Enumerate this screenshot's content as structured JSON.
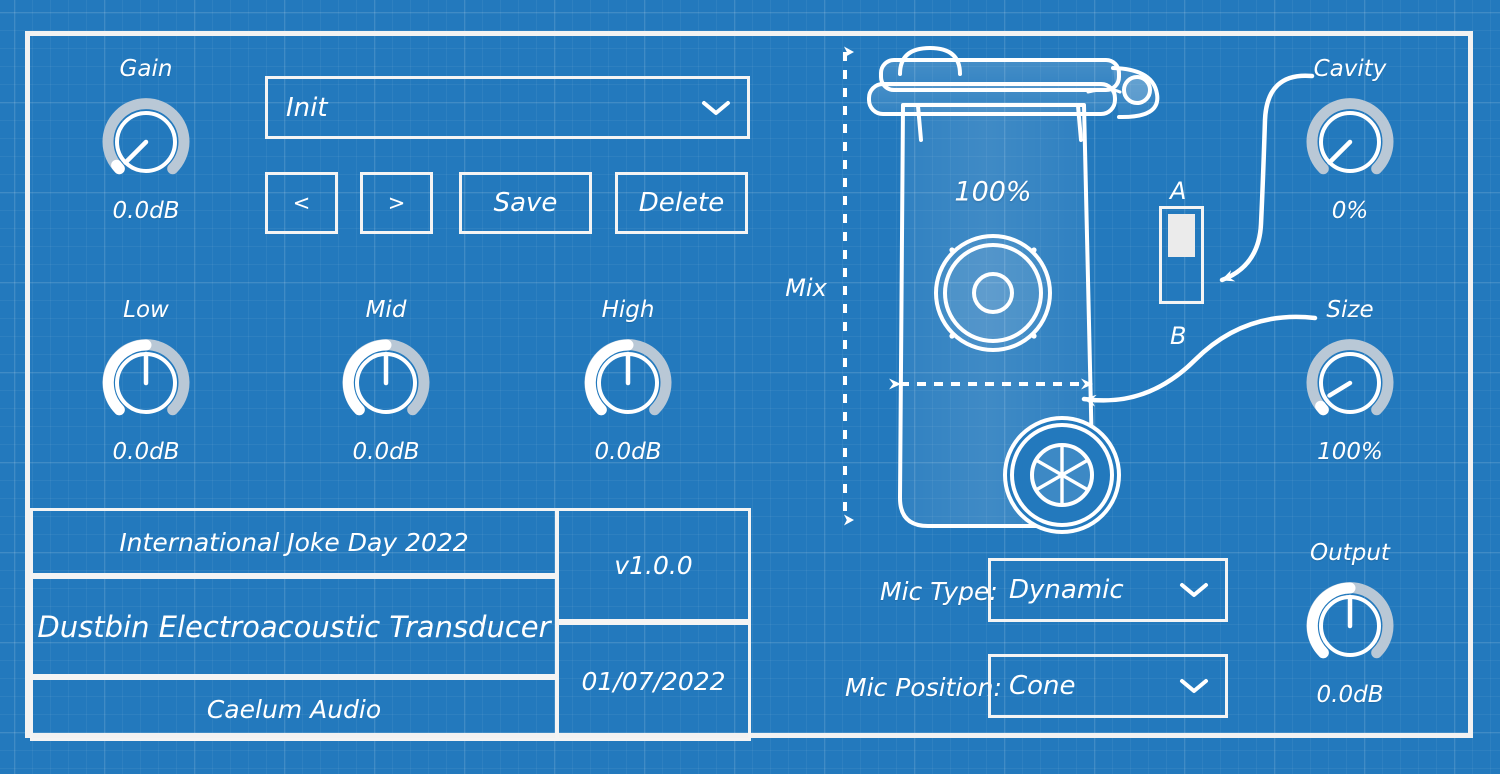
{
  "app": {
    "plugin_name": "Dustbin Electroacoustic Transducer",
    "vendor": "Caelum Audio",
    "occasion": "International Joke Day 2022",
    "version": "v1.0.0",
    "date": "01/07/2022"
  },
  "colors": {
    "background_blue": "#2379bd",
    "grid_line": "#3d8dc9",
    "ink_white": "#ffffff",
    "frame_white": "#f2f2f2",
    "knob_track": "#b9c8d6"
  },
  "preset": {
    "name": "Init",
    "prev_label": "<",
    "next_label": ">",
    "save_label": "Save",
    "delete_label": "Delete",
    "dropdown_icon": "chevron-down-icon"
  },
  "knobs": {
    "gain": {
      "label": "Gain",
      "value": "0.0dB",
      "angle": 225,
      "fill_from": 225
    },
    "low": {
      "label": "Low",
      "value": "0.0dB",
      "angle": 360,
      "fill_from": 225
    },
    "mid": {
      "label": "Mid",
      "value": "0.0dB",
      "angle": 360,
      "fill_from": 225
    },
    "high": {
      "label": "High",
      "value": "0.0dB",
      "angle": 360,
      "fill_from": 225
    },
    "cavity": {
      "label": "Cavity",
      "value": "0%",
      "angle": 225,
      "fill_from": 225
    },
    "size": {
      "label": "Size",
      "value": "100%",
      "angle": 225,
      "fill_from": 225
    },
    "output": {
      "label": "Output",
      "value": "0.0dB",
      "angle": 360,
      "fill_from": 225
    }
  },
  "mix": {
    "label": "Mix",
    "value": "100%",
    "arrow_icon": "double-headed-vertical-arrow-icon"
  },
  "ab": {
    "top_label": "A",
    "bottom_label": "B",
    "selected": "A"
  },
  "mic": {
    "type_label": "Mic Type:",
    "type_value": "Dynamic",
    "position_label": "Mic Position:",
    "position_value": "Cone",
    "dropdown_icon": "chevron-down-icon"
  },
  "diagram": {
    "bin_icon": "wheelie-bin-icon",
    "speaker_icon": "speaker-cone-icon",
    "wheel_icon": "wheel-icon",
    "size_dimension_icon": "double-headed-horizontal-arrow-icon",
    "cavity_pointer_icon": "curved-arrow-icon",
    "size_pointer_icon": "curved-arrow-icon"
  }
}
